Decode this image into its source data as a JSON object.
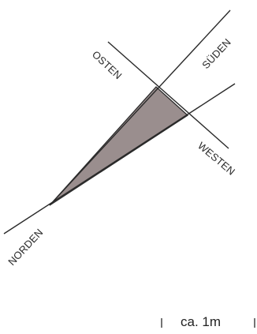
{
  "diagram": {
    "labels": {
      "osten": "OSTEN",
      "sueden": "SÜDEN",
      "westen": "WESTEN",
      "norden": "NORDEN"
    },
    "scale": {
      "label": "ca. 1m"
    },
    "colors": {
      "triangle_fill": "#9a8e8e",
      "line": "#2a2a2a",
      "background": "#ffffff"
    }
  }
}
